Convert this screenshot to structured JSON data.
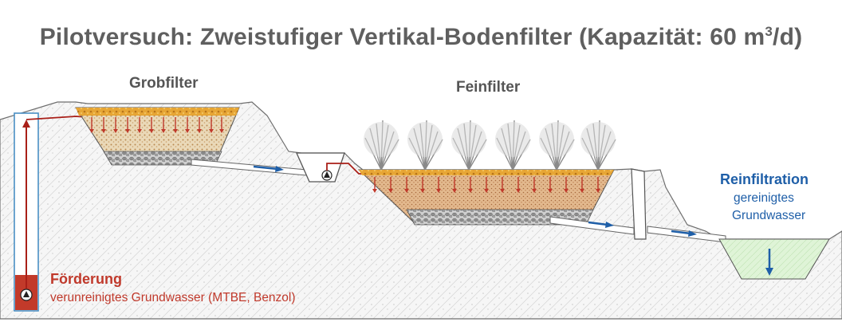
{
  "title": {
    "main": "Pilotversuch: Zweistufiger Vertikal-Bodenfilter (Kapazität: 60 m",
    "sup": "3",
    "tail": "/d)"
  },
  "labels": {
    "grobfilter": "Grobfilter",
    "feinfilter": "Feinfilter",
    "foerderung": "Förderung",
    "foerderung_sub": "verunreinigtes Grundwasser (MTBE, Benzol)",
    "reinfiltration": "Reinfiltration",
    "reinfiltration_sub1": "gereinigtes",
    "reinfiltration_sub2": "Grundwasser"
  },
  "colors": {
    "red": "#c0392b",
    "blue": "#1f5fa8",
    "text_gray": "#5f5f5f"
  }
}
